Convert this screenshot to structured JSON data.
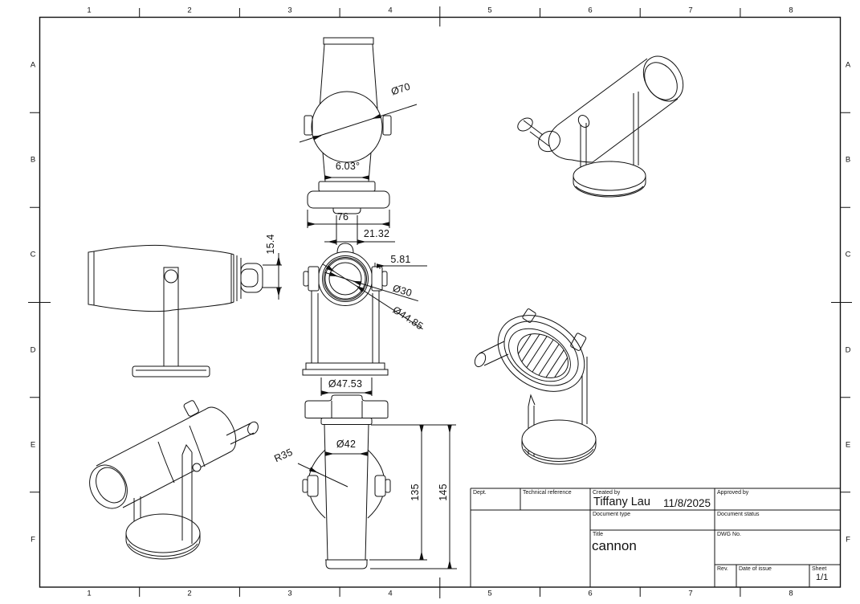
{
  "sheet": {
    "background": "#ffffff",
    "line_color": "#111111",
    "zones": {
      "top": [
        "1",
        "2",
        "3",
        "4",
        "5",
        "6",
        "7",
        "8"
      ],
      "bottom": [
        "1",
        "2",
        "3",
        "4",
        "5",
        "6",
        "7",
        "8"
      ],
      "left": [
        "A",
        "B",
        "C",
        "D",
        "E",
        "F"
      ],
      "right": [
        "A",
        "B",
        "C",
        "D",
        "E",
        "F"
      ]
    }
  },
  "dimensions": {
    "top_view": {
      "diameter": "Ø70",
      "taper_angle": "6.03°",
      "base_width": "76",
      "tab_width": "21.32"
    },
    "front_view": {
      "rim_offset": "5.81",
      "bore_diameter": "Ø30",
      "ring_diameter": "Ø44.85",
      "base_diameter": "Ø47.53"
    },
    "side_view": {
      "knob_height": "15.4"
    },
    "bottom_view": {
      "barrel_diameter": "Ø42",
      "bulge_radius": "R35",
      "body_height": "135",
      "total_height": "145"
    }
  },
  "title_block": {
    "dept_label": "Dept.",
    "technical_reference_label": "Technical reference",
    "created_by_label": "Created by",
    "created_by_value": "Tiffany Lau",
    "date_value": "11/8/2025",
    "approved_by_label": "Approved by",
    "document_type_label": "Document type",
    "document_status_label": "Document status",
    "title_label": "Title",
    "title_value": "cannon",
    "dwg_no_label": "DWG No.",
    "rev_label": "Rev.",
    "date_of_issue_label": "Date of issue",
    "sheet_label": "Sheet",
    "sheet_value": "1/1"
  }
}
